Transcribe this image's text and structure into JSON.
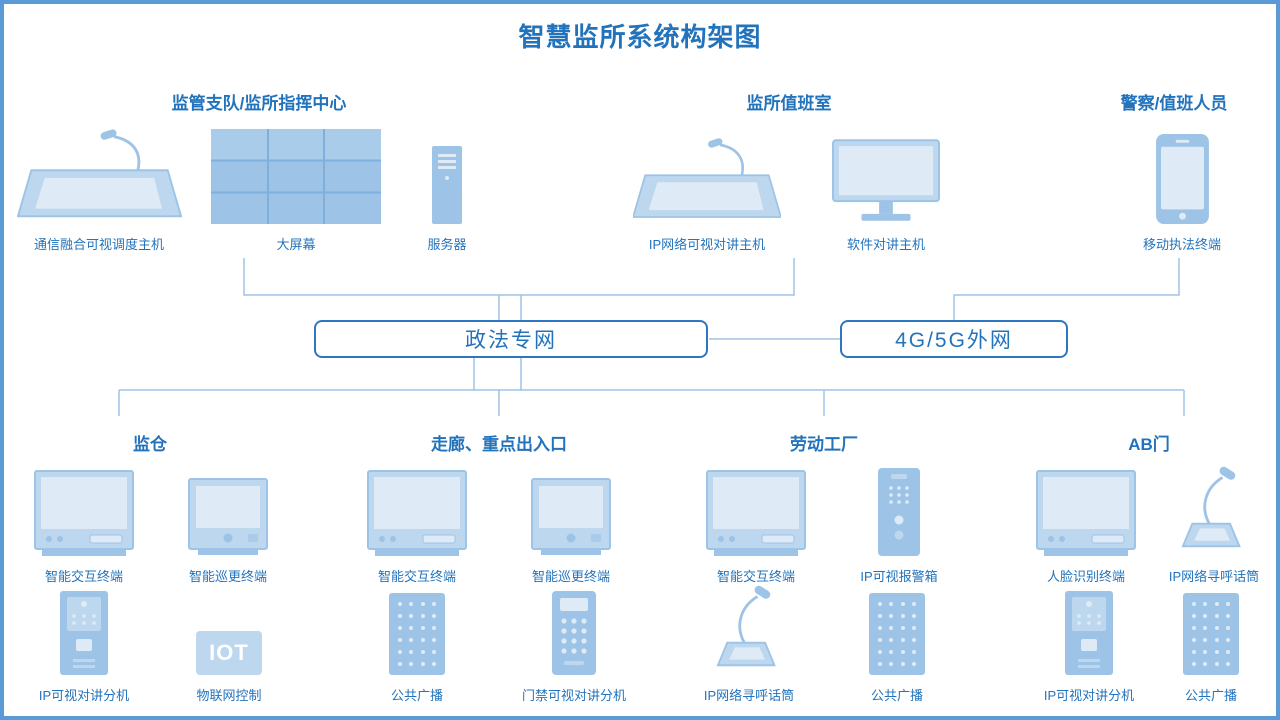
{
  "title": "智慧监所系统构架图",
  "colors": {
    "accent": "#2373BC",
    "frame": "#5B9BD5",
    "device_fill": "#9DC3E6",
    "connector": "#9DC3E6"
  },
  "networks": {
    "primary": "政法专网",
    "external": "4G/5G外网"
  },
  "top_groups": [
    {
      "name": "监管支队/监所指挥中心",
      "devices": [
        {
          "label": "通信融合可视调度主机",
          "icon": "dispatch-console-icon"
        },
        {
          "label": "大屏幕",
          "icon": "video-wall-icon"
        },
        {
          "label": "服务器",
          "icon": "server-icon"
        }
      ]
    },
    {
      "name": "监所值班室",
      "devices": [
        {
          "label": "IP网络可视对讲主机",
          "icon": "intercom-console-icon"
        },
        {
          "label": "软件对讲主机",
          "icon": "software-intercom-monitor-icon"
        }
      ]
    },
    {
      "name": "警察/值班人员",
      "devices": [
        {
          "label": "移动执法终端",
          "icon": "mobile-enforcement-phone-icon"
        }
      ]
    }
  ],
  "bottom_groups": [
    {
      "name": "监仓",
      "devices": [
        "智能交互终端",
        "智能巡更终端",
        "IP可视对讲分机",
        "物联网控制"
      ]
    },
    {
      "name": "走廊、重点出入口",
      "devices": [
        "智能交互终端",
        "智能巡更终端",
        "公共广播",
        "门禁可视对讲分机"
      ]
    },
    {
      "name": "劳动工厂",
      "devices": [
        "智能交互终端",
        "IP可视报警箱",
        "IP网络寻呼话筒",
        "公共广播"
      ]
    },
    {
      "name": "AB门",
      "devices": [
        "人脸识别终端",
        "IP网络寻呼话筒",
        "IP可视对讲分机",
        "公共广播"
      ]
    }
  ],
  "iot_icon_text": "IOT"
}
